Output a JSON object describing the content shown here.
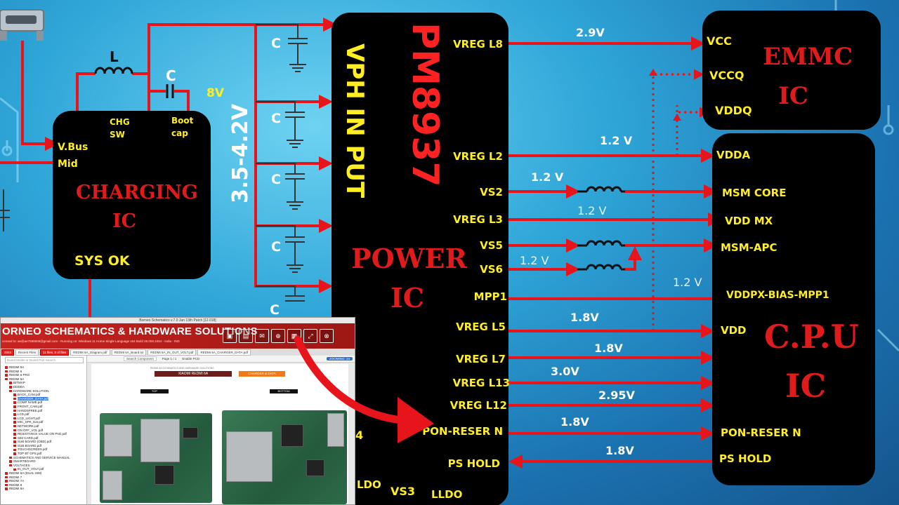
{
  "diagram": {
    "power_ic": {
      "part": "PM8937",
      "label_top": "POWER",
      "label_bottom": "IC",
      "vph_label": "VPH IN PUT",
      "left_pins": [
        "4",
        "LDO"
      ],
      "bottom_pins": [
        "VS3",
        "LLDO"
      ],
      "pins": [
        "VREG L8",
        "VREG L2",
        "VS2",
        "VREG L3",
        "VS5",
        "VS6",
        "MPP1",
        "VREG L5",
        "VREG L7",
        "VREG L13",
        "VREG L12",
        "PON-RESER N",
        "PS HOLD"
      ]
    },
    "charging_ic": {
      "label_top": "CHARGING",
      "label_bottom": "IC",
      "pins": [
        "V.Bus",
        "Mid",
        "CHG",
        "SW",
        "Boot",
        "cap",
        "SYS OK"
      ]
    },
    "emmc_ic": {
      "label_top": "EMMC",
      "label_bottom": "IC",
      "pins": [
        "VCC",
        "VCCQ",
        "VDDQ"
      ]
    },
    "cpu_ic": {
      "label_top": "C.P.U",
      "label_bottom": "IC",
      "pins": [
        "VDDA",
        "MSM CORE",
        "VDD MX",
        "MSM-APC",
        "VDDPX-BIAS-MPP1",
        "VDD",
        "PON-RESER N",
        "PS HOLD"
      ]
    },
    "components": {
      "inductor": "L",
      "capacitor": "C",
      "boot_voltage": "8V",
      "input_range": "3.5-4.2V"
    },
    "rail_labels": [
      "2.9V",
      "1.2 V",
      "1.2 V",
      "1.2 V",
      "1.2 V",
      "1.2 V",
      "1.8V",
      "1.8V",
      "3.0V",
      "2.95V",
      "1.8V",
      "1.8V"
    ],
    "colors": {
      "wire": "#e8141b",
      "chip": "#000000",
      "pin_text": "#ffee22",
      "title_text": "#e01b1b",
      "background": "#2fa6d8"
    }
  },
  "app": {
    "window_title": "Borneo Schematics v.7.0 Jan 13th Patch [12.018]",
    "brand": "ORNEO SCHEMATICS & HARDWARE SOLUTIONS",
    "subline": "censed to: ae@ae7598608@gmail.com - Running on: Windows 11 Home Single Language x64 Build 26.000.2454 - India - IND",
    "toolbar_icons": [
      "window-icon",
      "image-icon",
      "chat-icon",
      "zoom-icon",
      "calendar-icon",
      "share-icon",
      "link-icon"
    ],
    "tabs": [
      "2024",
      "Recent Files",
      "11 files, 0 of files",
      "REDMI 6A_Diagram.pdf",
      "REDMI 6A_Board.txt",
      "REDMI 6A_IN_OUT_VOLT.pdf",
      "REDMI 6A_CHARGER_DATA.pdf"
    ],
    "search_placeholder": "Board Model or Board Part Search",
    "tree": [
      {
        "label": "REDMI 5A",
        "indent": 1
      },
      {
        "label": "REDMI 6",
        "indent": 1
      },
      {
        "label": "REDMI 6 PRO",
        "indent": 1
      },
      {
        "label": "REDMI 6A",
        "indent": 1
      },
      {
        "label": "BITMAP",
        "indent": 2
      },
      {
        "label": "DDDDA",
        "indent": 2
      },
      {
        "label": "HARDWARE SOLUTION",
        "indent": 2
      },
      {
        "label": "BACK_CAM.pdf",
        "indent": 3
      },
      {
        "label": "CHARGER_DATA.pdf",
        "indent": 3,
        "selected": true
      },
      {
        "label": "COMP NAME.pdf",
        "indent": 3
      },
      {
        "label": "FRONT_CAM.pdf",
        "indent": 3
      },
      {
        "label": "HANDSFREE.pdf",
        "indent": 3
      },
      {
        "label": "LCD.pdf",
        "indent": 3
      },
      {
        "label": "LCD_LIGHT.pdf",
        "indent": 3
      },
      {
        "label": "MIC_SPK_Ear.pdf",
        "indent": 3
      },
      {
        "label": "NETWORK.pdf",
        "indent": 3
      },
      {
        "label": "ON OFF_VOL.pdf",
        "indent": 3
      },
      {
        "label": "RESISTANCE VALUE ON PAD.pdf",
        "indent": 3
      },
      {
        "label": "SIM CARD.pdf",
        "indent": 3
      },
      {
        "label": "SUB BOARD (OBD).pdf",
        "indent": 3
      },
      {
        "label": "SUB BOARD.pdf",
        "indent": 3
      },
      {
        "label": "TOUCHSCREEN.pdf",
        "indent": 3
      },
      {
        "label": "TOP BT GPS.pdf",
        "indent": 3
      },
      {
        "label": "SCHEMATICS AND SERVICE MANUAL",
        "indent": 2
      },
      {
        "label": "SMARTBOARD",
        "indent": 2
      },
      {
        "label": "VOLTAGES",
        "indent": 2
      },
      {
        "label": "IN_OUT_VOLT.pdf",
        "indent": 3
      },
      {
        "label": "REDMI 6A (DUAL SIM)",
        "indent": 1
      },
      {
        "label": "REDMI 7",
        "indent": 1
      },
      {
        "label": "REDMI 7A",
        "indent": 1
      },
      {
        "label": "REDMI 8",
        "indent": 1
      },
      {
        "label": "REDMI 8A",
        "indent": 1
      }
    ],
    "viewer": {
      "search": "Search Component",
      "page": "Page 1 / 1",
      "enable": "Enable PCD",
      "zoom": "ZOOMING: 24",
      "page_header": "REDMI 6A SCHEMATICS AND HARDWARE SOLUTIONS",
      "model_title": "XIAOMI REDMI 6A",
      "section_title": "CHARGER & DATA",
      "top_label": "TOP",
      "bottom_label": "BOTTOM"
    }
  }
}
